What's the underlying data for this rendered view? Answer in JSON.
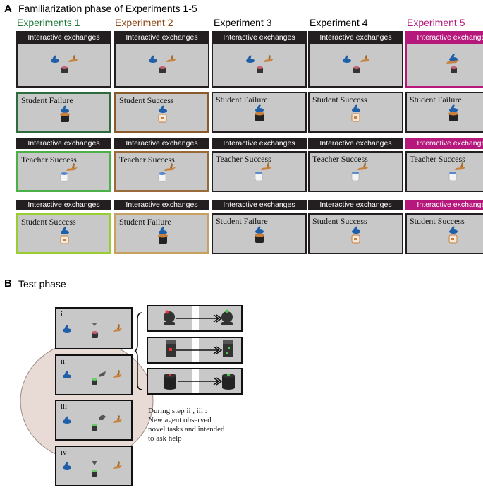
{
  "panel_a": {
    "letter": "A",
    "title": "Familiarization phase of Experiments 1-5",
    "band_label": "Interactive exchanges",
    "columns": [
      {
        "header": "Experiments 1",
        "color": "#1f7a3a",
        "scenes": [
          "Student Failure",
          "Teacher Success",
          "Student Success"
        ],
        "border_colors": [
          "#2e6b3f",
          "#4cb048",
          "#9acd32"
        ]
      },
      {
        "header": "Experiment 2",
        "color": "#8b4513",
        "scenes": [
          "Student Success",
          "Teacher Success",
          "Student Failure"
        ],
        "border_colors": [
          "#8b5a2b",
          "#9a6b3a",
          "#c8a060"
        ]
      },
      {
        "header": "Experiment 3",
        "color": "#000000",
        "scenes": [
          "Student Failure",
          "Teacher Success",
          "Student Failure"
        ],
        "border_colors": [
          "#231f20",
          "#231f20",
          "#231f20"
        ]
      },
      {
        "header": "Experiment 4",
        "color": "#000000",
        "scenes": [
          "Student Success",
          "Teacher Success",
          "Student Success"
        ],
        "border_colors": [
          "#231f20",
          "#231f20",
          "#231f20"
        ]
      },
      {
        "header": "Experiment 5",
        "color": "#b5177a",
        "scenes": [
          "Student Failure",
          "Teacher Success",
          "Student Success"
        ],
        "border_colors": [
          "#231f20",
          "#231f20",
          "#231f20"
        ],
        "band_color": "#b5177a"
      }
    ]
  },
  "panel_b": {
    "letter": "B",
    "title": "Test phase",
    "steps": [
      "i",
      "ii",
      "iii",
      "iv"
    ],
    "note_lines": [
      "During step  ii , iii :",
      "New agent observed",
      "novel tasks and intended",
      "to ask help"
    ]
  },
  "colors": {
    "scene_bg": "#c8c8c8",
    "band_bg": "#231f20",
    "blue_agent": "#1d5fa8",
    "orange_agent": "#c8803a",
    "ellipse": "#e8dad4"
  }
}
